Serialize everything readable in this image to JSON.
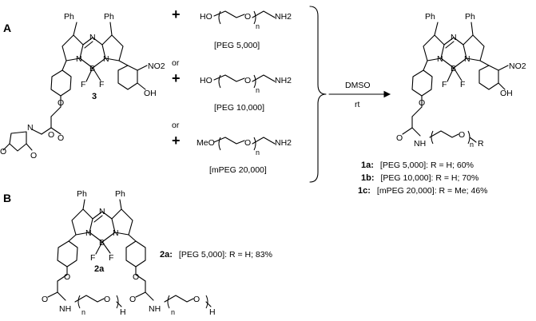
{
  "panels": {
    "a": "A",
    "b": "B"
  },
  "reagents": {
    "plus": "+",
    "or": "or",
    "ho": "HO",
    "meo": "MeO",
    "o": "O",
    "nh2": "NH2",
    "n": "n",
    "peg5": "[PEG 5,000]",
    "peg10": "[PEG 10,000]",
    "mpeg20": "[mPEG 20,000]"
  },
  "atoms": {
    "ph": "Ph",
    "n": "N",
    "b": "B",
    "f": "F",
    "no2": "NO2",
    "oh": "OH",
    "o": "O",
    "nh": "NH",
    "h": "H",
    "r": "R"
  },
  "compounds": {
    "c3": "3",
    "c2a": "2a"
  },
  "conditions": {
    "solvent": "DMSO",
    "temp": "rt"
  },
  "products": [
    {
      "id": "1a:",
      "desc": "[PEG 5,000]:   R = H;   60%"
    },
    {
      "id": "1b:",
      "desc": "[PEG 10,000]:  R = H;  70%"
    },
    {
      "id": "1c:",
      "desc": "[mPEG 20,000]:  R = Me;  46%"
    }
  ],
  "product_2a": {
    "id": "2a:",
    "desc": "[PEG 5,000]:   R = H;  83%"
  }
}
